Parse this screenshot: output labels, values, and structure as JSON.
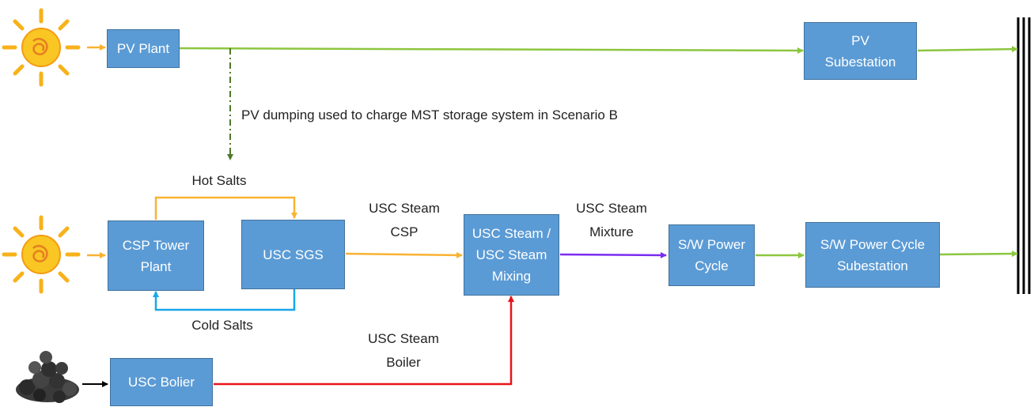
{
  "boxes": {
    "pv_plant": "PV Plant",
    "pv_substation": "PV\nSubestation",
    "csp_tower": "CSP Tower\nPlant",
    "usc_sgs": "USC SGS",
    "mixing": "USC Steam /\nUSC Steam\nMixing",
    "sw_power_cycle": "S/W Power\nCycle",
    "sw_substation": "S/W Power Cycle\nSubestation",
    "usc_boiler": "USC Bolier"
  },
  "labels": {
    "pv_dumping": "PV dumping used to charge MST storage system in Scenario B",
    "hot_salts": "Hot Salts",
    "cold_salts": "Cold Salts",
    "usc_steam_csp": "USC Steam\nCSP",
    "usc_steam_mixture": "USC Steam\nMixture",
    "usc_steam_boiler": "USC Steam\nBoiler"
  },
  "colors": {
    "box_fill": "#5b9bd5",
    "pv_line": "#8cc63f",
    "pv_dump_line": "#4e7a2a",
    "csp_steam": "#f9b233",
    "cold_salts_line": "#1aa7e8",
    "mixture_line": "#7b2cf0",
    "boiler_line": "#e8121b",
    "grid_bars": "#000000"
  },
  "icons": [
    "sun-icon",
    "coal-pile-icon",
    "grid-busbar-icon"
  ]
}
